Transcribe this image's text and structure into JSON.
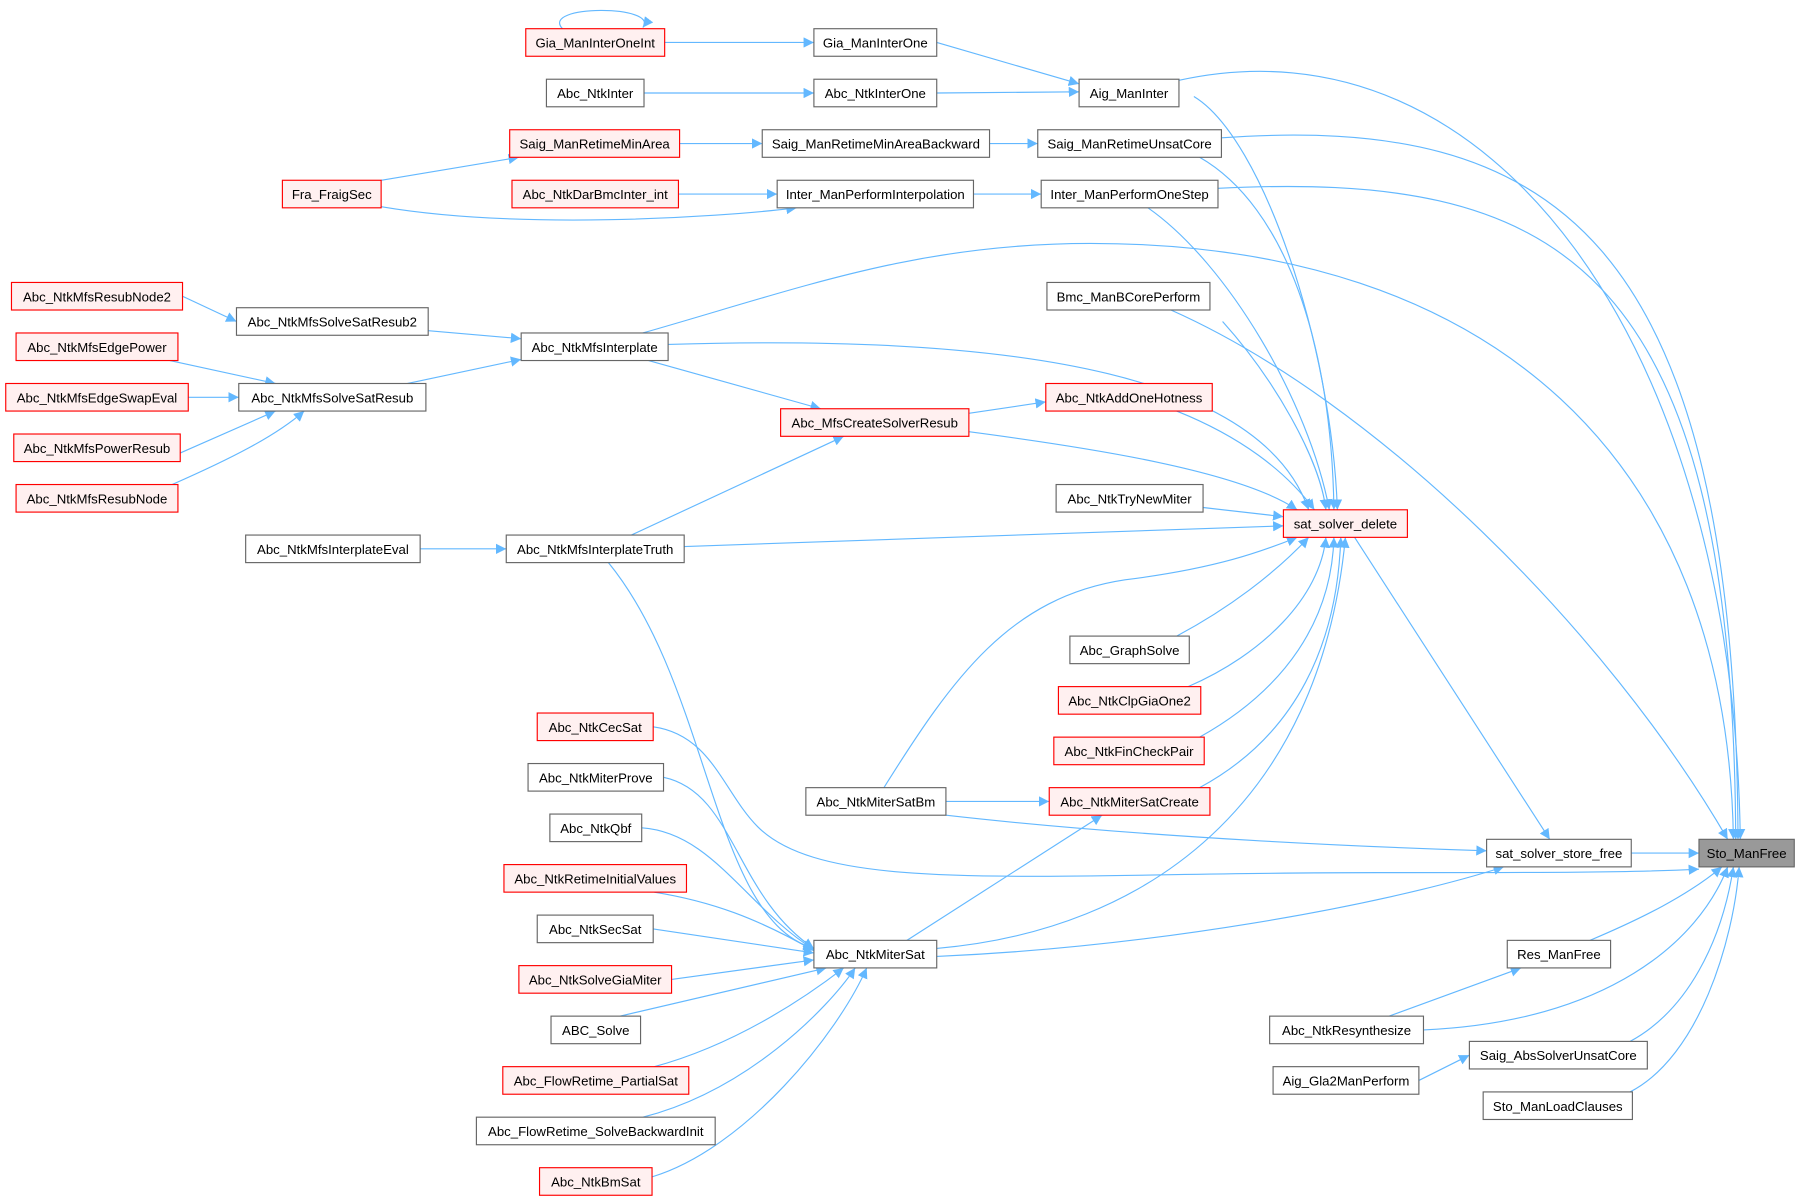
{
  "graph_type": "caller graph",
  "root": "sto",
  "colors": {
    "edge": "#63b8ff",
    "node_border": "#666666",
    "truncated_border": "#ff0000",
    "truncated_fill": "#fff0f0",
    "root_fill": "#999999"
  },
  "nodes": [
    {
      "id": "sto",
      "label": "Sto_ManFree",
      "root": true
    },
    {
      "id": "ssf",
      "label": "sat_solver_store_free"
    },
    {
      "id": "res",
      "label": "Res_ManFree"
    },
    {
      "id": "saigabs",
      "label": "Saig_AbsSolverUnsatCore"
    },
    {
      "id": "load",
      "label": "Sto_ManLoadClauses"
    },
    {
      "id": "resyn",
      "label": "Abc_NtkResynthesize"
    },
    {
      "id": "gla",
      "label": "Aig_Gla2ManPerform"
    },
    {
      "id": "ssd",
      "label": "sat_solver_delete",
      "truncated": true
    },
    {
      "id": "aiginter",
      "label": "Aig_ManInter"
    },
    {
      "id": "srunsat",
      "label": "Saig_ManRetimeUnsatCore"
    },
    {
      "id": "onestep",
      "label": "Inter_ManPerformOneStep"
    },
    {
      "id": "bmc",
      "label": "Bmc_ManBCorePerform"
    },
    {
      "id": "hot",
      "label": "Abc_NtkAddOneHotness",
      "truncated": true
    },
    {
      "id": "trynew",
      "label": "Abc_NtkTryNewMiter"
    },
    {
      "id": "graph",
      "label": "Abc_GraphSolve"
    },
    {
      "id": "clp",
      "label": "Abc_NtkClpGiaOne2",
      "truncated": true
    },
    {
      "id": "fin",
      "label": "Abc_NtkFinCheckPair",
      "truncated": true
    },
    {
      "id": "satcreate",
      "label": "Abc_NtkMiterSatCreate",
      "truncated": true
    },
    {
      "id": "giaone",
      "label": "Gia_ManInterOne"
    },
    {
      "id": "interone",
      "label": "Abc_NtkInterOne"
    },
    {
      "id": "minareaback",
      "label": "Saig_ManRetimeMinAreaBackward"
    },
    {
      "id": "interp",
      "label": "Inter_ManPerformInterpolation"
    },
    {
      "id": "createsolver",
      "label": "Abc_MfsCreateSolverResub",
      "truncated": true
    },
    {
      "id": "satbm",
      "label": "Abc_NtkMiterSatBm"
    },
    {
      "id": "mitersat",
      "label": "Abc_NtkMiterSat"
    },
    {
      "id": "giaint",
      "label": "Gia_ManInterOneInt",
      "truncated": true
    },
    {
      "id": "ntkinter",
      "label": "Abc_NtkInter"
    },
    {
      "id": "minarea",
      "label": "Saig_ManRetimeMinArea",
      "truncated": true
    },
    {
      "id": "darbmc",
      "label": "Abc_NtkDarBmcInter_int",
      "truncated": true
    },
    {
      "id": "fraig",
      "label": "Fra_FraigSec",
      "truncated": true
    },
    {
      "id": "mfsinterp",
      "label": "Abc_NtkMfsInterplate"
    },
    {
      "id": "truth",
      "label": "Abc_NtkMfsInterplateTruth"
    },
    {
      "id": "eval",
      "label": "Abc_NtkMfsInterplateEval"
    },
    {
      "id": "resub2",
      "label": "Abc_NtkMfsSolveSatResub2"
    },
    {
      "id": "resub",
      "label": "Abc_NtkMfsSolveSatResub"
    },
    {
      "id": "node2",
      "label": "Abc_NtkMfsResubNode2",
      "truncated": true
    },
    {
      "id": "edgepower",
      "label": "Abc_NtkMfsEdgePower",
      "truncated": true
    },
    {
      "id": "swapeval",
      "label": "Abc_NtkMfsEdgeSwapEval",
      "truncated": true
    },
    {
      "id": "powerresub",
      "label": "Abc_NtkMfsPowerResub",
      "truncated": true
    },
    {
      "id": "resubnode",
      "label": "Abc_NtkMfsResubNode",
      "truncated": true
    },
    {
      "id": "cecsat",
      "label": "Abc_NtkCecSat",
      "truncated": true
    },
    {
      "id": "prove",
      "label": "Abc_NtkMiterProve"
    },
    {
      "id": "qbf",
      "label": "Abc_NtkQbf"
    },
    {
      "id": "retime",
      "label": "Abc_NtkRetimeInitialValues",
      "truncated": true
    },
    {
      "id": "secsat",
      "label": "Abc_NtkSecSat"
    },
    {
      "id": "giamiter",
      "label": "Abc_NtkSolveGiaMiter",
      "truncated": true
    },
    {
      "id": "abcsolve",
      "label": "ABC_Solve"
    },
    {
      "id": "partial",
      "label": "Abc_FlowRetime_PartialSat",
      "truncated": true
    },
    {
      "id": "backward",
      "label": "Abc_FlowRetime_SolveBackwardInit"
    },
    {
      "id": "bmsat",
      "label": "Abc_NtkBmSat",
      "truncated": true
    }
  ],
  "edges": [
    [
      "giaint",
      "giaint"
    ],
    [
      "giaint",
      "giaone"
    ],
    [
      "giaone",
      "aiginter"
    ],
    [
      "ntkinter",
      "interone"
    ],
    [
      "interone",
      "aiginter"
    ],
    [
      "aiginter",
      "sto"
    ],
    [
      "aiginter",
      "ssd"
    ],
    [
      "fraig",
      "minarea"
    ],
    [
      "minarea",
      "minareaback"
    ],
    [
      "minareaback",
      "srunsat"
    ],
    [
      "srunsat",
      "sto"
    ],
    [
      "srunsat",
      "ssd"
    ],
    [
      "fraig",
      "interp"
    ],
    [
      "darbmc",
      "interp"
    ],
    [
      "interp",
      "onestep"
    ],
    [
      "onestep",
      "sto"
    ],
    [
      "onestep",
      "ssd"
    ],
    [
      "mfsinterp",
      "sto"
    ],
    [
      "mfsinterp",
      "ssd"
    ],
    [
      "mfsinterp",
      "createsolver"
    ],
    [
      "bmc",
      "sto"
    ],
    [
      "bmc",
      "ssd"
    ],
    [
      "node2",
      "resub2"
    ],
    [
      "resub2",
      "mfsinterp"
    ],
    [
      "edgepower",
      "resub"
    ],
    [
      "swapeval",
      "resub"
    ],
    [
      "powerresub",
      "resub"
    ],
    [
      "resubnode",
      "resub"
    ],
    [
      "resub",
      "mfsinterp"
    ],
    [
      "createsolver",
      "hot"
    ],
    [
      "createsolver",
      "ssd"
    ],
    [
      "hot",
      "ssd"
    ],
    [
      "truth",
      "createsolver"
    ],
    [
      "truth",
      "ssd"
    ],
    [
      "eval",
      "truth"
    ],
    [
      "truth",
      "mitersat"
    ],
    [
      "trynew",
      "ssd"
    ],
    [
      "graph",
      "ssd"
    ],
    [
      "clp",
      "ssd"
    ],
    [
      "fin",
      "ssd"
    ],
    [
      "satcreate",
      "ssd"
    ],
    [
      "satbm",
      "ssd"
    ],
    [
      "satbm",
      "satcreate"
    ],
    [
      "satbm",
      "ssf"
    ],
    [
      "mitersat",
      "satcreate"
    ],
    [
      "mitersat",
      "ssd"
    ],
    [
      "mitersat",
      "ssf"
    ],
    [
      "ssd",
      "ssf"
    ],
    [
      "cecsat",
      "sto"
    ],
    [
      "prove",
      "mitersat"
    ],
    [
      "qbf",
      "mitersat"
    ],
    [
      "retime",
      "mitersat"
    ],
    [
      "secsat",
      "mitersat"
    ],
    [
      "giamiter",
      "mitersat"
    ],
    [
      "abcsolve",
      "mitersat"
    ],
    [
      "partial",
      "mitersat"
    ],
    [
      "backward",
      "mitersat"
    ],
    [
      "bmsat",
      "mitersat"
    ],
    [
      "ssf",
      "sto"
    ],
    [
      "res",
      "sto"
    ],
    [
      "resyn",
      "res"
    ],
    [
      "resyn",
      "sto"
    ],
    [
      "saigabs",
      "sto"
    ],
    [
      "gla",
      "saigabs"
    ],
    [
      "load",
      "sto"
    ]
  ]
}
